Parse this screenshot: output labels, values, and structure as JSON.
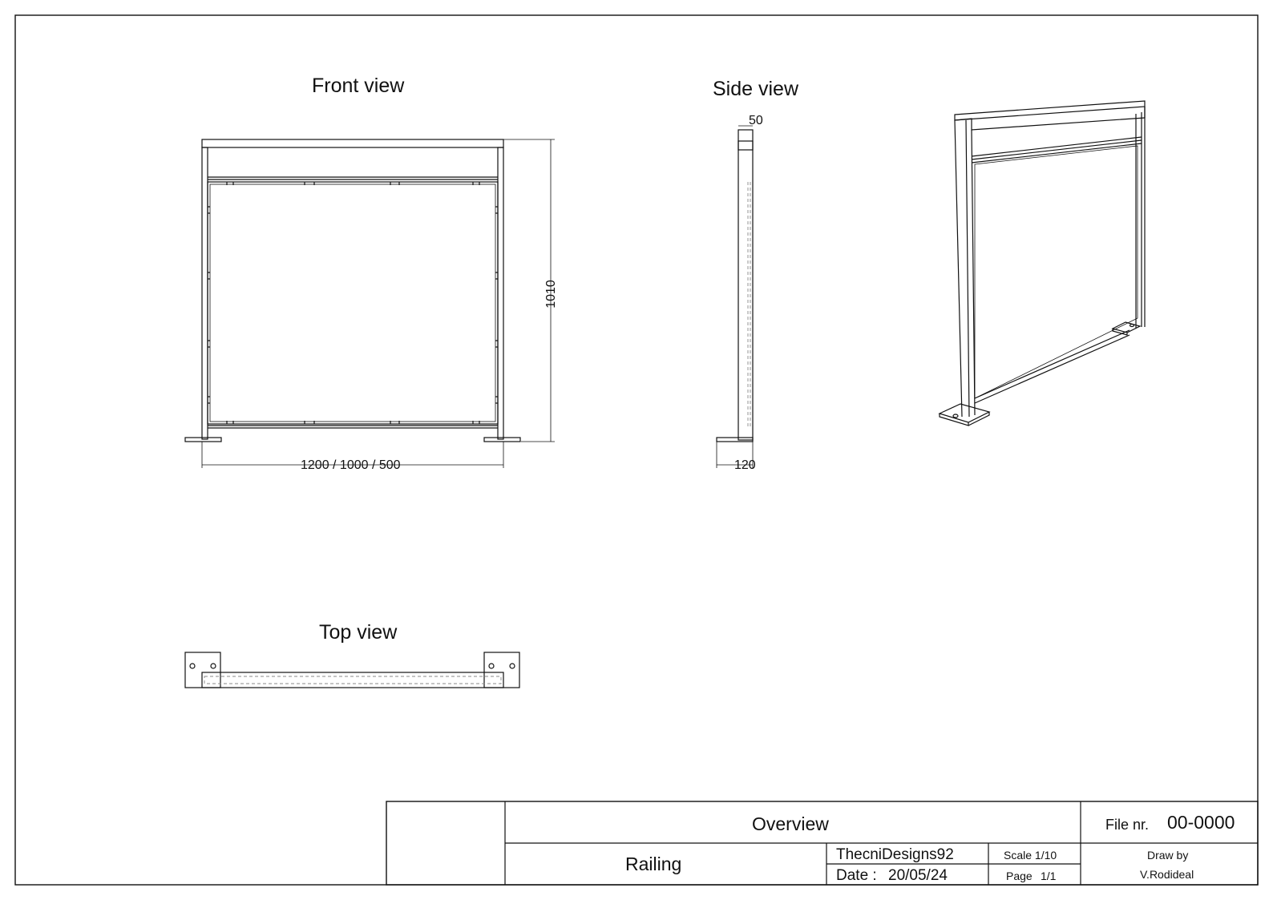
{
  "views": {
    "front_title": "Front view",
    "side_title": "Side view",
    "top_title": "Top view"
  },
  "dimensions": {
    "front_height": "1010",
    "front_width": "1200 / 1000 / 500",
    "side_top": "50",
    "side_base": "120"
  },
  "title_block": {
    "drawing_title": "Overview",
    "file_label": "File nr.",
    "file_number": "00-0000",
    "part_name": "Railing",
    "author_company": "ThecniDesigns92",
    "date_label": "Date :",
    "date_value": "20/05/24",
    "scale": "Scale 1/10",
    "page_label": "Page",
    "page_value": "1/1",
    "drawn_by_label": "Draw by",
    "drawn_by_name": "V.Rodideal"
  },
  "colors": {
    "line": "#111111",
    "hidden_line": "#888888",
    "background": "#ffffff"
  }
}
